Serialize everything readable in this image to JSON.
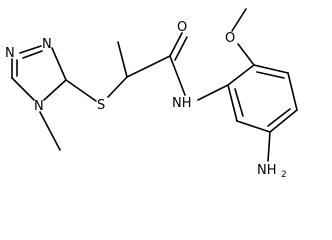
{
  "molecule": {
    "atoms": {
      "oxygen_carbonyl": "O",
      "oxygen_methoxy": "O",
      "amide_nh": "NH",
      "amine_n": "NH",
      "amine_subscript": "2",
      "sulfur": "S",
      "triazole_n1": "N",
      "triazole_n2": "N",
      "triazole_n4": "N"
    }
  }
}
